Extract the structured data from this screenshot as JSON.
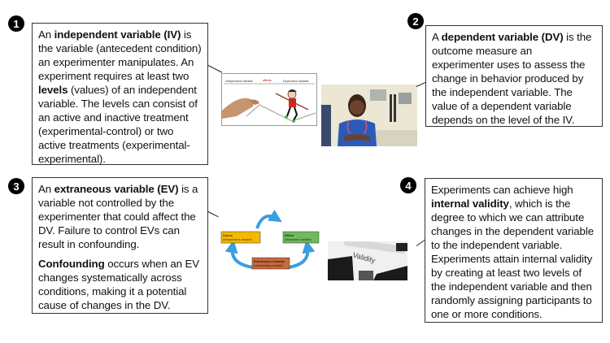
{
  "panels": [
    {
      "number": "1",
      "parts": [
        {
          "t": "An "
        },
        {
          "b": "independent variable (IV)"
        },
        {
          "t": " is the variable (antecedent condition) an experimenter manipulates. An experiment requires at least two "
        },
        {
          "b": "levels"
        },
        {
          "t": " (values) of an independent variable. The levels can consist of an active and inactive treatment (experimental-control) or two active treatments (experimental-experimental)."
        }
      ]
    },
    {
      "number": "2",
      "parts": [
        {
          "t": "A "
        },
        {
          "b": "dependent variable (DV)"
        },
        {
          "t": " is the outcome measure an experimenter uses to assess the change in behavior produced by the independent variable. The value of a dependent variable depends on the level of the IV."
        }
      ]
    },
    {
      "number": "3",
      "parts": [
        {
          "t": "An "
        },
        {
          "b": "extraneous variable (EV)"
        },
        {
          "t": " is a variable not controlled by the experimenter that could affect the DV. Failure to control EVs can result in confounding."
        }
      ],
      "parts2": [
        {
          "b": "Confounding"
        },
        {
          "t": " occurs when an EV changes systematically across conditions, making it a potential cause of changes in the DV."
        }
      ]
    },
    {
      "number": "4",
      "parts": [
        {
          "t": "Experiments can achieve high "
        },
        {
          "b": "internal validity"
        },
        {
          "t": ", which is the degree to which we can attribute changes in the dependent variable to the independent variable. Experiments attain internal validity by creating at least two levels of the independent variable and then randomly assigning participants to one or more conditions."
        }
      ]
    }
  ],
  "figures": {
    "iv_dv": {
      "left": "Independent Variable",
      "middle": "affects",
      "right": "Dependent Variable"
    },
    "nurse_photo": {
      "alt": "nurse in blue scrubs with stethoscope"
    },
    "confound": {
      "cause": [
        "Cause",
        "(independent variable)"
      ],
      "effect": [
        "Effect",
        "(dependent variable)"
      ],
      "extraneous": [
        "Extraneous Variable",
        "(confounding variable)"
      ]
    },
    "validity_photo": {
      "word": "Validity"
    }
  },
  "colors": {
    "cause": "#f5b800",
    "effect": "#6dbb5a",
    "extraneous": "#c9683a",
    "arrow": "#3a9ee0",
    "affects": "#cc0000"
  }
}
